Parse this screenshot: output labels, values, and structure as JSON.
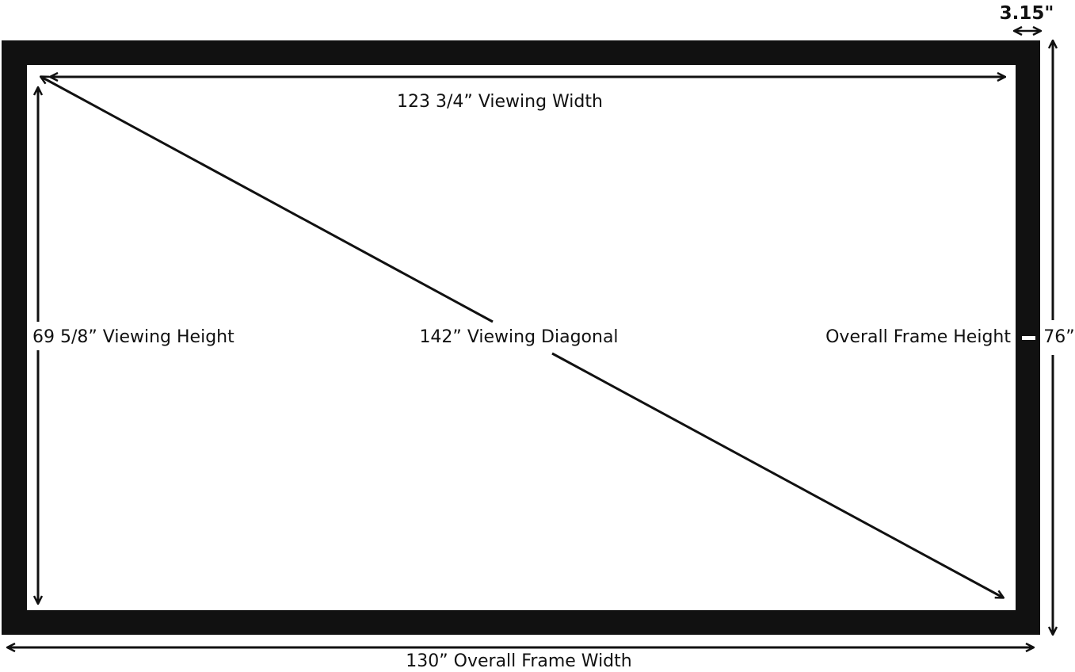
{
  "labels": {
    "viewing_width": "123 3/4” Viewing Width",
    "viewing_height": "69 5/8” Viewing Height",
    "viewing_diagonal": "142” Viewing Diagonal",
    "overall_frame_height": "Overall Frame Height",
    "overall_frame_height_value": "76”",
    "overall_frame_width": "130” Overall Frame Width",
    "frame_border_width": "3.15\""
  },
  "colors": {
    "frame": "#111111",
    "screen": "#ffffff",
    "line": "#111111"
  }
}
